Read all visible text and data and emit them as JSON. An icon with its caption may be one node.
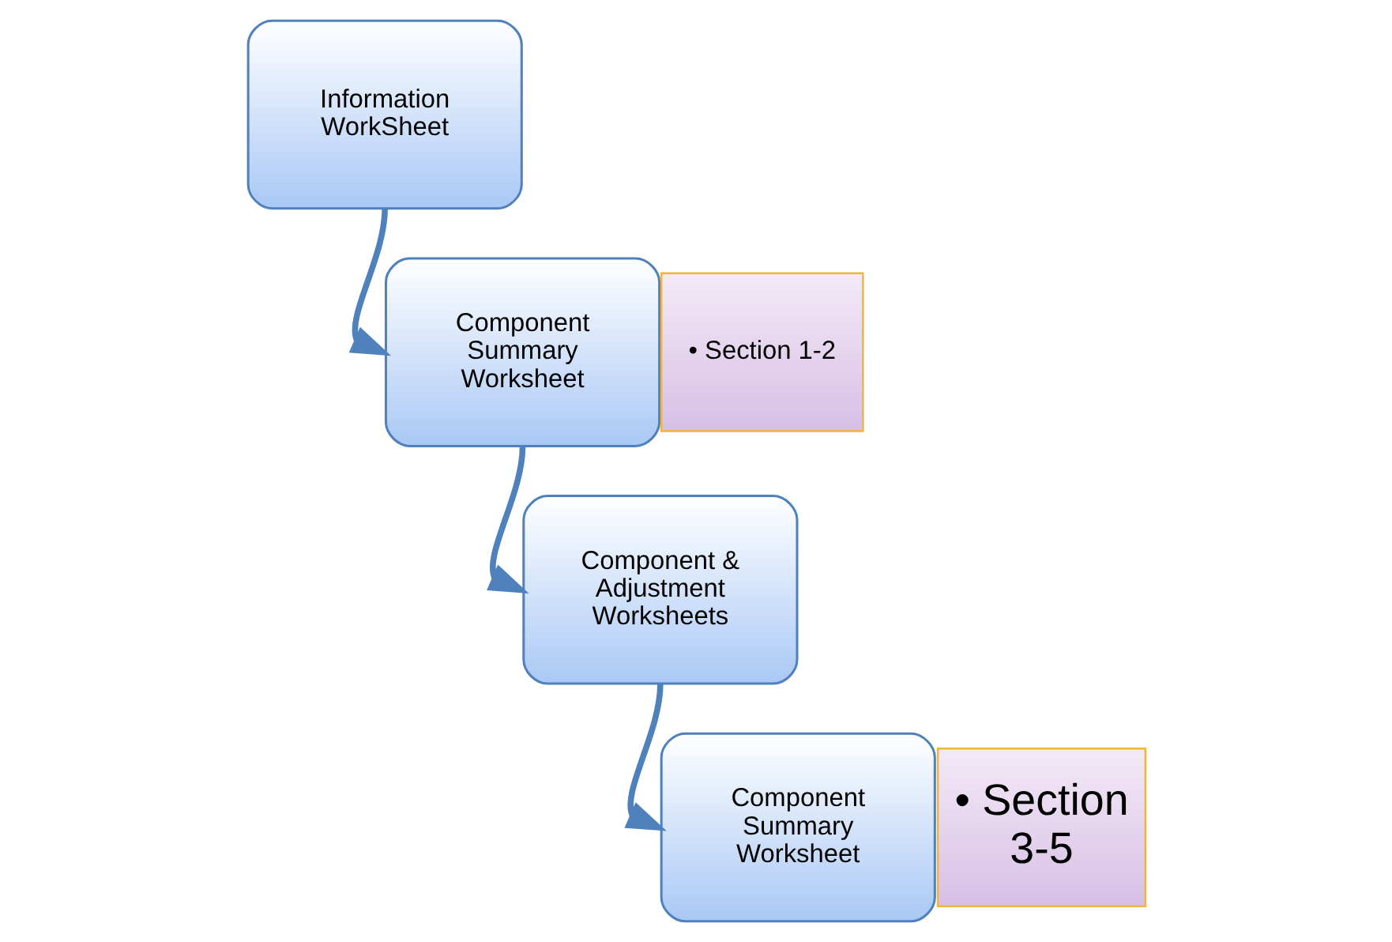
{
  "diagram": {
    "nodes": [
      {
        "text": [
          "Information WorkSheet"
        ]
      },
      {
        "text": [
          "Component Summary Worksheet"
        ]
      },
      {
        "text": [
          "• Section 1-2"
        ]
      },
      {
        "text": [
          "Component & Adjustment Worksheets"
        ]
      },
      {
        "text": [
          "Component Summary Worksheet"
        ]
      },
      {
        "text": [
          "• Section 3-5"
        ]
      }
    ],
    "edges": [
      {
        "from": 0,
        "to": 1,
        "arrow": "to"
      },
      {
        "from": 1,
        "to": 3,
        "arrow": "to"
      },
      {
        "from": 3,
        "to": 4,
        "arrow": "to"
      }
    ]
  }
}
